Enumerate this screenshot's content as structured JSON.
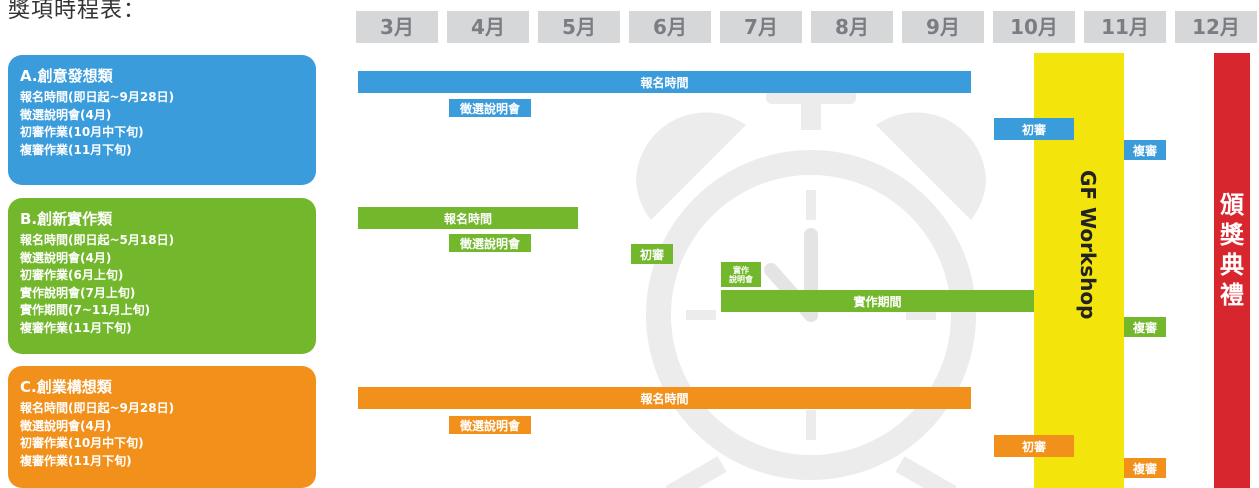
{
  "page_title": "獎項時程表：",
  "months": [
    "3月",
    "4月",
    "5月",
    "6月",
    "7月",
    "8月",
    "9月",
    "10月",
    "11月",
    "12月"
  ],
  "categories": [
    {
      "title": "A.創意發想類",
      "color": "#3b9cdc",
      "lines": [
        "報名時間(即日起~9月28日)",
        "徵選說明會(4月)",
        "初審作業(10月中下旬)",
        "複審作業(11月下旬)"
      ]
    },
    {
      "title": "B.創新實作類",
      "color": "#73b72d",
      "lines": [
        "報名時間(即日起~5月18日)",
        "徵選說明會(4月)",
        "初審作業(6月上旬)",
        "實作說明會(7月上旬)",
        "實作期間(7~11月上旬)",
        "複審作業(11月下旬)"
      ]
    },
    {
      "title": "C.創業構想類",
      "color": "#f1911c",
      "lines": [
        "報名時間(即日起~9月28日)",
        "徵選說明會(4月)",
        "初審作業(10月中下旬)",
        "複審作業(11月下旬)"
      ]
    }
  ],
  "timeline": {
    "a": {
      "registration": "報名時間",
      "briefing": "徵選說明會",
      "first_review": "初審",
      "second_review": "複審"
    },
    "b": {
      "registration": "報名時間",
      "briefing": "徵選說明會",
      "first_review": "初審",
      "impl_briefing_1": "實作",
      "impl_briefing_2": "說明會",
      "impl_period": "實作期間",
      "second_review": "複審"
    },
    "c": {
      "registration": "報名時間",
      "briefing": "徵選說明會",
      "first_review": "初審",
      "second_review": "複審"
    }
  },
  "workshop_label": "GF  Workshop",
  "ceremony_label": "頒獎典禮",
  "colors": {
    "blue": "#3b9cdc",
    "green": "#73b72d",
    "orange": "#f1911c",
    "yellow": "#f3e40c",
    "red": "#d8262e",
    "month_bg": "#d6d7d9"
  }
}
